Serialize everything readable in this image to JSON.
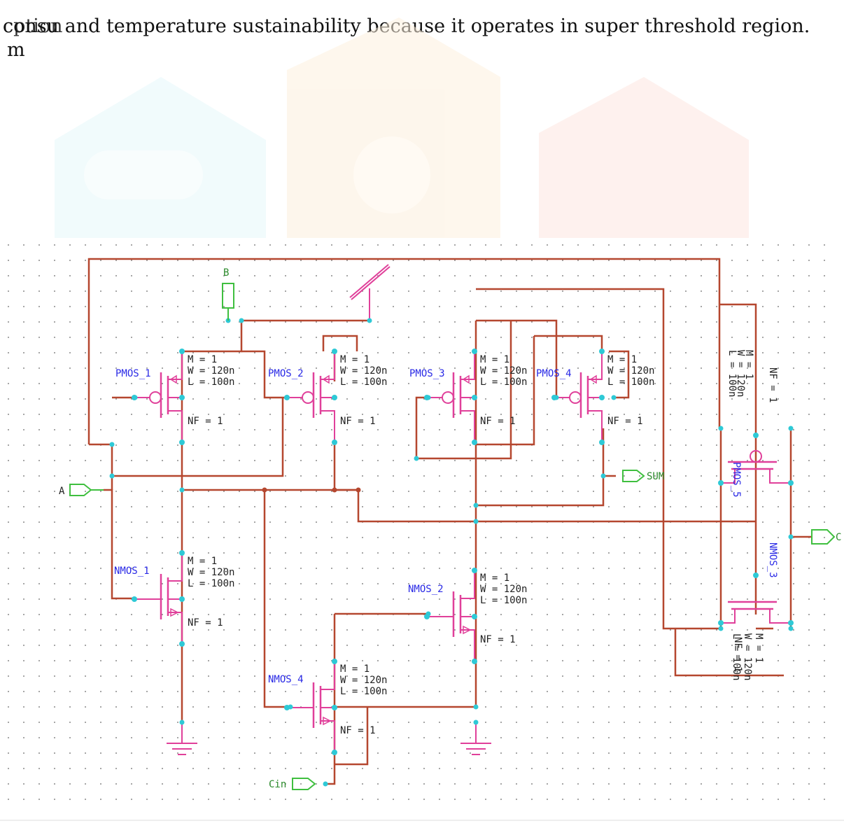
{
  "paragraph": {
    "overlap_text": "cption",
    "line1": "consu and temperature sustainability because it operates in super threshold region.",
    "line2": "m"
  },
  "schematic": {
    "devices": [
      {
        "name": "PMOS_1",
        "m": "M = 1",
        "w": "W = 120n",
        "l": "L = 100n",
        "nf": "NF = 1"
      },
      {
        "name": "PMOS_2",
        "m": "M = 1",
        "w": "W = 120n",
        "l": "L = 100n",
        "nf": "NF = 1"
      },
      {
        "name": "PMOS_3",
        "m": "M = 1",
        "w": "W = 120n",
        "l": "L = 100n",
        "nf": "NF = 1"
      },
      {
        "name": "PMOS_4",
        "m": "M = 1",
        "w": "W = 120n",
        "l": "L = 100n",
        "nf": "NF = 1"
      },
      {
        "name": "PMOS_5",
        "m": "M = 1",
        "w": "W = 120n",
        "l": "L = 100n",
        "nf": "NF = 1"
      },
      {
        "name": "NMOS_1",
        "m": "M = 1",
        "w": "W = 120n",
        "l": "L = 100n",
        "nf": "NF = 1"
      },
      {
        "name": "NMOS_2",
        "m": "M = 1",
        "w": "W = 120n",
        "l": "L = 100n",
        "nf": "NF = 1"
      },
      {
        "name": "NMOS_3",
        "m": "M = 1",
        "w": "W = 120n",
        "l": "L = 100n",
        "nf": "NF = 1"
      },
      {
        "name": "NMOS_4",
        "m": "M = 1",
        "w": "W = 120n",
        "l": "L = 100n",
        "nf": "NF = 1"
      }
    ],
    "pins": {
      "b": "B",
      "a": "A",
      "sum": "SUM",
      "cin": "Cin",
      "c": "C"
    }
  },
  "colors": {
    "wire": "#b5472f",
    "device": "#e0409a",
    "node": "#2ec9d6",
    "pin": "#3fbf3f",
    "grid": "#555555",
    "label": "#2a2ae6"
  }
}
